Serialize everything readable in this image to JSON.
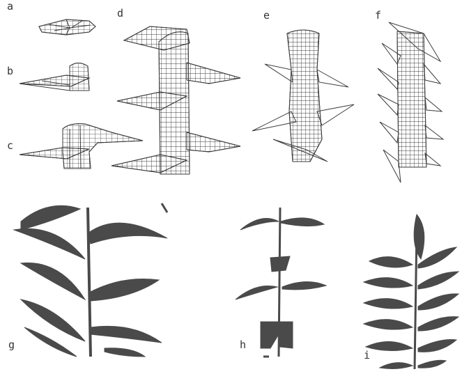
{
  "panels": {
    "a": {
      "label": "a",
      "kind": "wireframe-disc"
    },
    "b": {
      "label": "b",
      "kind": "wireframe-stem-with-flange"
    },
    "c": {
      "label": "c",
      "kind": "wireframe-stem-with-extension"
    },
    "d": {
      "label": "d",
      "kind": "wireframe-stem-with-stacked-flanges"
    },
    "e": {
      "label": "e",
      "kind": "wireframe-column-with-spikes"
    },
    "f": {
      "label": "f",
      "kind": "wireframe-column-with-spiral-spikes"
    },
    "g": {
      "label": "g",
      "kind": "silhouette-alternate-leaves"
    },
    "h": {
      "label": "h",
      "kind": "silhouette-opposite-leaves"
    },
    "i": {
      "label": "i",
      "kind": "silhouette-compound-leaf"
    }
  },
  "colors": {
    "wire": "#3a3a3a",
    "silhouette": "#4a4a4a",
    "background": "#ffffff"
  }
}
